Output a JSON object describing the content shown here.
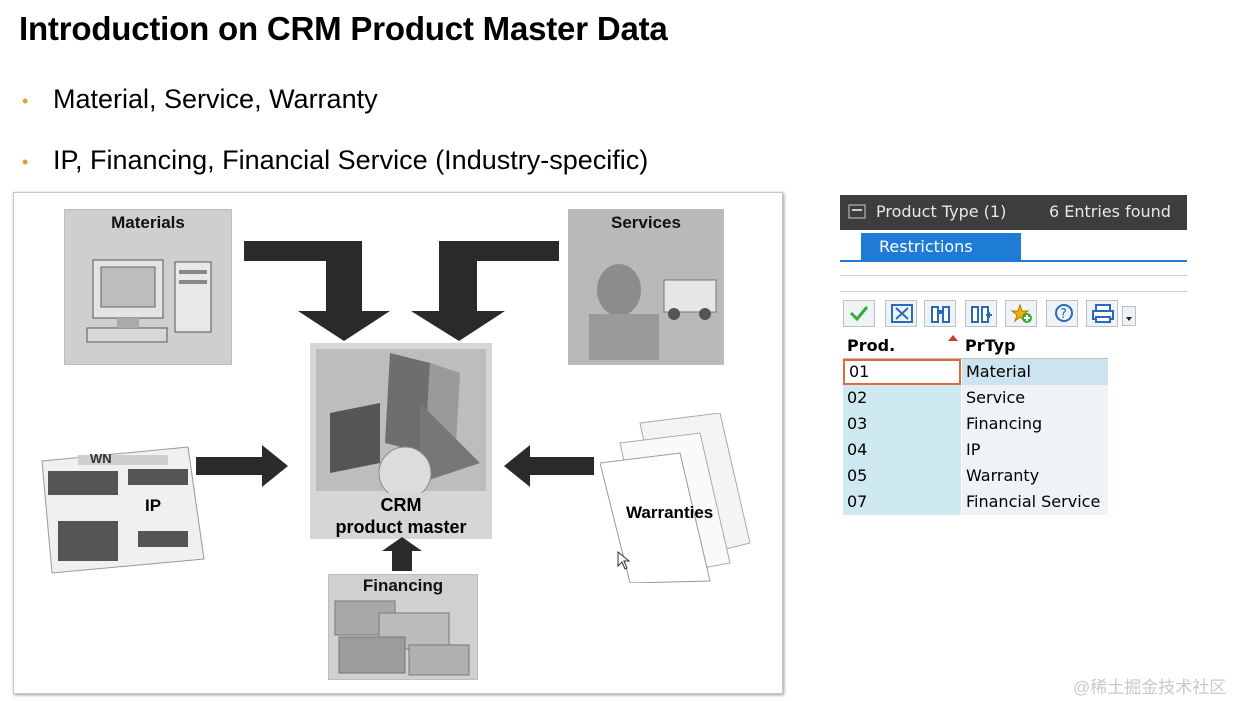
{
  "slide": {
    "title": "Introduction on CRM Product Master Data",
    "bullets": [
      "Material, Service, Warranty",
      "IP, Financing, Financial Service (Industry-specific)"
    ],
    "bullet_color": "#e0a030"
  },
  "diagram": {
    "materials": "Materials",
    "services": "Services",
    "ip": "IP",
    "warranties": "Warranties",
    "financing": "Financing",
    "center_line1": "CRM",
    "center_line2": "product master",
    "newspaper_mast": "WN"
  },
  "sap_popup": {
    "title": "Product Type (1)",
    "entries": "6 Entries found",
    "tab": "Restrictions",
    "toolbar_icons": [
      "checkmark-icon",
      "cancel-icon",
      "find-icon",
      "find-next-icon",
      "add-favorite-icon",
      "help-icon",
      "print-icon",
      "dropdown-icon"
    ],
    "columns": [
      "Prod. Type",
      "PrTyp"
    ],
    "rows": [
      {
        "code": "01",
        "name": "Material"
      },
      {
        "code": "02",
        "name": "Service"
      },
      {
        "code": "03",
        "name": "Financing"
      },
      {
        "code": "04",
        "name": "IP"
      },
      {
        "code": "05",
        "name": "Warranty"
      },
      {
        "code": "07",
        "name": "Financial Service"
      }
    ],
    "accent": "#1e7bd6"
  },
  "watermark": "@稀土掘金技术社区"
}
